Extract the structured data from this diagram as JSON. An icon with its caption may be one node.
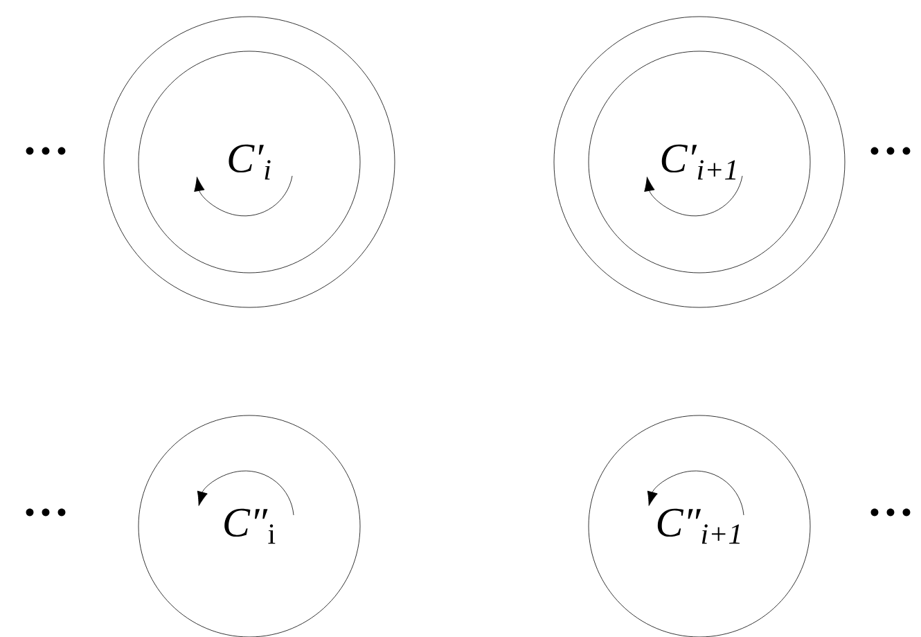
{
  "diagram": {
    "nodes": [
      {
        "text": [
          "C′$_{i}$"
        ]
      },
      {
        "text": [
          "C′$_{i+1}$"
        ]
      },
      {
        "text": [
          "*C″*$_{i}$"
        ]
      },
      {
        "text": [
          "C″$_{i+1}$"
        ]
      }
    ],
    "labels": [
      "...",
      "...",
      "...",
      "..."
    ]
  }
}
